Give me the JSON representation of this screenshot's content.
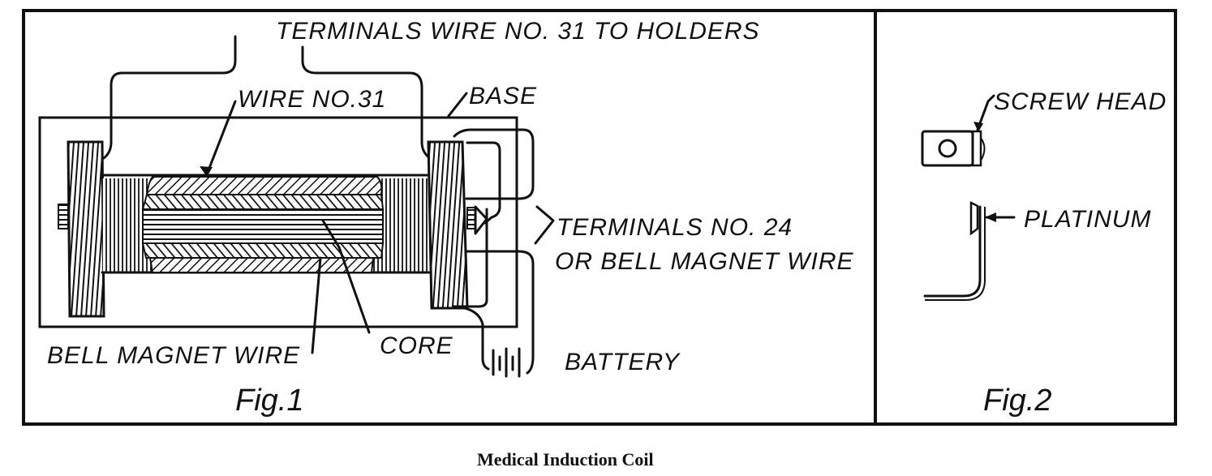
{
  "caption": "Medical Induction Coil",
  "figure1": {
    "title": "Fig.1",
    "labels": {
      "terminals_top": "TERMINALS  WIRE NO. 31  TO HOLDERS",
      "wire_no31": "WIRE  NO.31",
      "base": "BASE",
      "terminals_no24_line1": "TERMINALS  NO. 24",
      "terminals_no24_line2": "OR  BELL  MAGNET  WIRE",
      "bell_magnet_wire": "BELL  MAGNET  WIRE",
      "core": "CORE",
      "battery": "BATTERY"
    }
  },
  "figure2": {
    "title": "Fig.2",
    "labels": {
      "screw_head": "SCREW HEAD",
      "platinum": "PLATINUM"
    }
  }
}
